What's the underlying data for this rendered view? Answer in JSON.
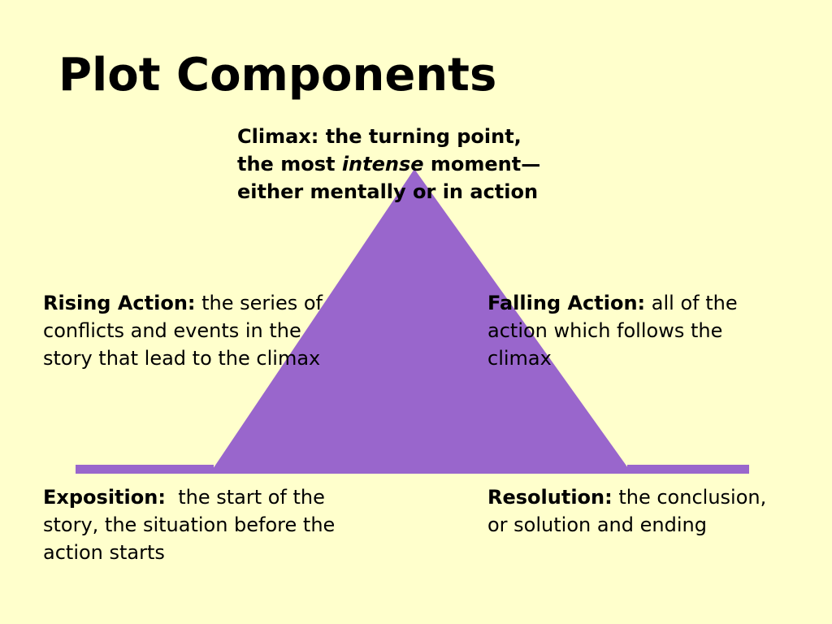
{
  "slide": {
    "title": "Plot Components",
    "background_color": "#FFFFCC"
  },
  "diagram": {
    "shape_color": "#9966CC",
    "climax": {
      "line1": "Climax: the turning point,",
      "line2_before": "the most ",
      "line2_emphasis": "intense",
      "line2_after": " moment—",
      "line3": "either mentally or in action"
    },
    "rising_action": {
      "term": "Rising Action:",
      "line1_rest": " the series of",
      "line2": "conflicts and events in the",
      "line3": "story that lead to the climax"
    },
    "falling_action": {
      "term": "Falling Action:",
      "line1_rest": " all of the",
      "line2": "action which follows the",
      "line3": "climax"
    },
    "exposition": {
      "term": "Exposition:",
      "line1_rest": "  the start of the",
      "line2": "story, the situation before the",
      "line3": "action starts"
    },
    "resolution": {
      "term": "Resolution:",
      "line1_rest": " the conclusion,",
      "line2": "or solution and ending"
    }
  }
}
